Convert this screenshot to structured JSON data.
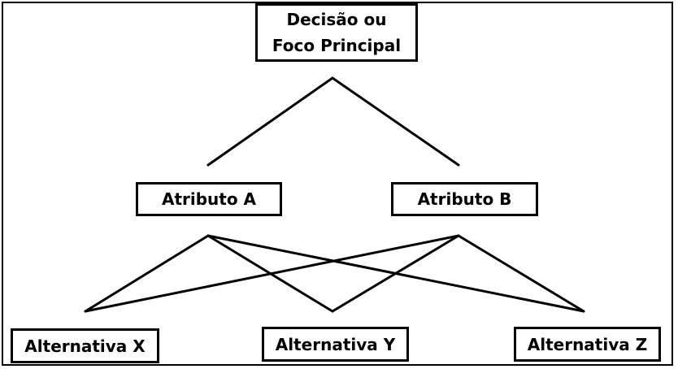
{
  "diagram": {
    "root": {
      "line1": "Decisão ou",
      "line2": "Foco Principal"
    },
    "attributes": [
      {
        "label": "Atributo A"
      },
      {
        "label": "Atributo B"
      }
    ],
    "alternatives": [
      {
        "label": "Alternativa X"
      },
      {
        "label": "Alternativa Y"
      },
      {
        "label": "Alternativa Z"
      }
    ],
    "edges": [
      [
        "root",
        "attribute-a"
      ],
      [
        "root",
        "attribute-b"
      ],
      [
        "attribute-a",
        "alternative-x"
      ],
      [
        "attribute-a",
        "alternative-y"
      ],
      [
        "attribute-a",
        "alternative-z"
      ],
      [
        "attribute-b",
        "alternative-x"
      ],
      [
        "attribute-b",
        "alternative-y"
      ],
      [
        "attribute-b",
        "alternative-z"
      ]
    ],
    "colors": {
      "line": "#000000",
      "box_border": "#000000",
      "background": "#ffffff"
    }
  }
}
